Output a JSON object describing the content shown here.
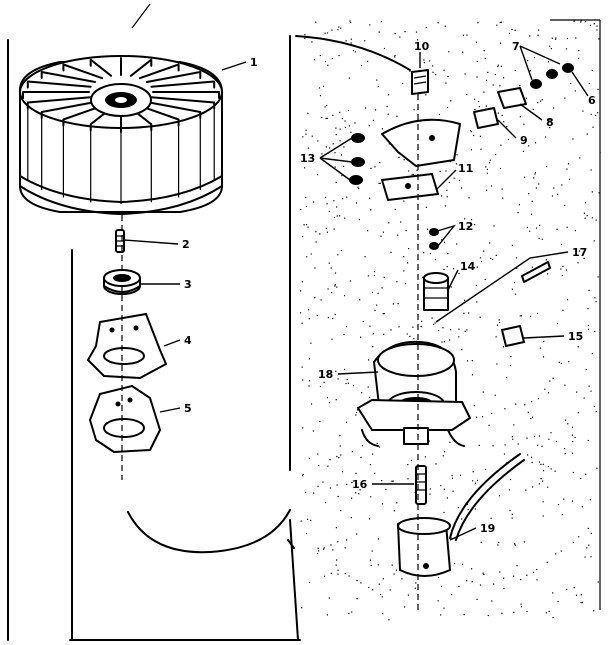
{
  "callouts": {
    "c1": "1",
    "c2": "2",
    "c3": "3",
    "c4": "4",
    "c5": "5",
    "c6": "6",
    "c7": "7",
    "c8": "8",
    "c9": "9",
    "c10": "10",
    "c11": "11",
    "c12": "12",
    "c13": "13",
    "c14": "14",
    "c15": "15",
    "c16": "16",
    "c17": "17",
    "c18": "18",
    "c19": "19"
  },
  "colors": {
    "ink": "#000000",
    "paper": "#ffffff"
  }
}
